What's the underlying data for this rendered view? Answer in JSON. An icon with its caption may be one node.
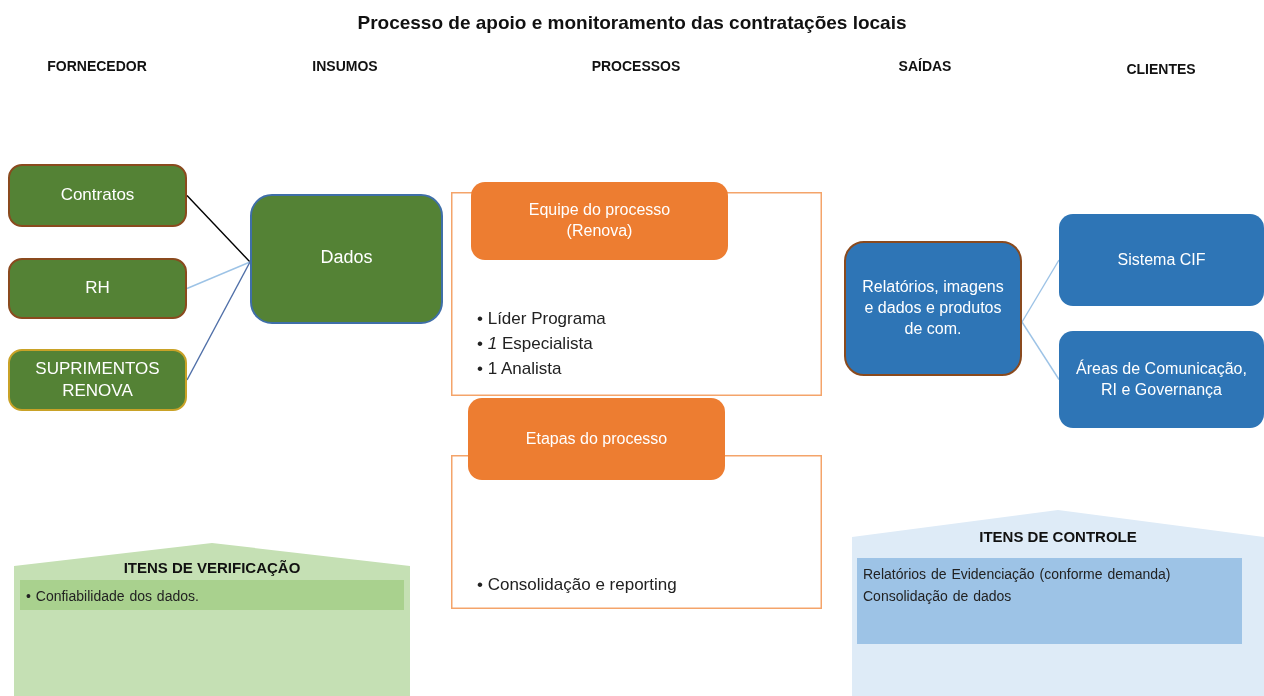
{
  "diagram": {
    "title": "Processo de apoio e monitoramento das contratações locais",
    "nodes": [
      {
        "text": [
          "Contratos"
        ]
      },
      {
        "text": [
          "RH"
        ]
      },
      {
        "text": [
          "SUPRIMENTOS RENOVA"
        ]
      },
      {
        "text": [
          "Dados"
        ]
      },
      {
        "text": [
          "Equipe do processo (Renova)",
          "• Líder Programa",
          "• *1* Especialista",
          "• 1 Analista"
        ]
      },
      {
        "text": [
          "Etapas do processo",
          "• Consolidação e reporting"
        ]
      },
      {
        "text": [
          "Relatórios, imagens e dados e produtos de com."
        ]
      },
      {
        "text": [
          "Sistema CIF"
        ]
      },
      {
        "text": [
          "Áreas de Comunicação, RI e Governança"
        ]
      },
      {
        "text": [
          "ITENS DE VERIFICAÇÃO"
        ]
      },
      {
        "text": [
          "• Confiabilidade dos dados."
        ],
        "in": 9
      },
      {
        "text": [
          "ITENS DE CONTROLE"
        ]
      },
      {
        "text": [
          "Relatórios de Evidenciação (conforme demanda)",
          "Consolidação de dados"
        ],
        "in": 11
      }
    ],
    "edges": [
      {
        "from": 0,
        "to": 3,
        "arrow": "none",
        "color": "#000000"
      },
      {
        "from": 1,
        "to": 3,
        "arrow": "none",
        "color": "#9dc3e6"
      },
      {
        "from": 2,
        "to": 3,
        "arrow": "none",
        "color": "#4f6fa8"
      },
      {
        "from": 6,
        "to": 7,
        "arrow": "none",
        "color": "#9dc3e6"
      },
      {
        "from": 6,
        "to": 8,
        "arrow": "none",
        "color": "#9dc3e6"
      }
    ],
    "labels": [
      "FORNECEDOR",
      "INSUMOS",
      "PROCESSOS",
      "SAÍDAS",
      "CLIENTES"
    ]
  }
}
